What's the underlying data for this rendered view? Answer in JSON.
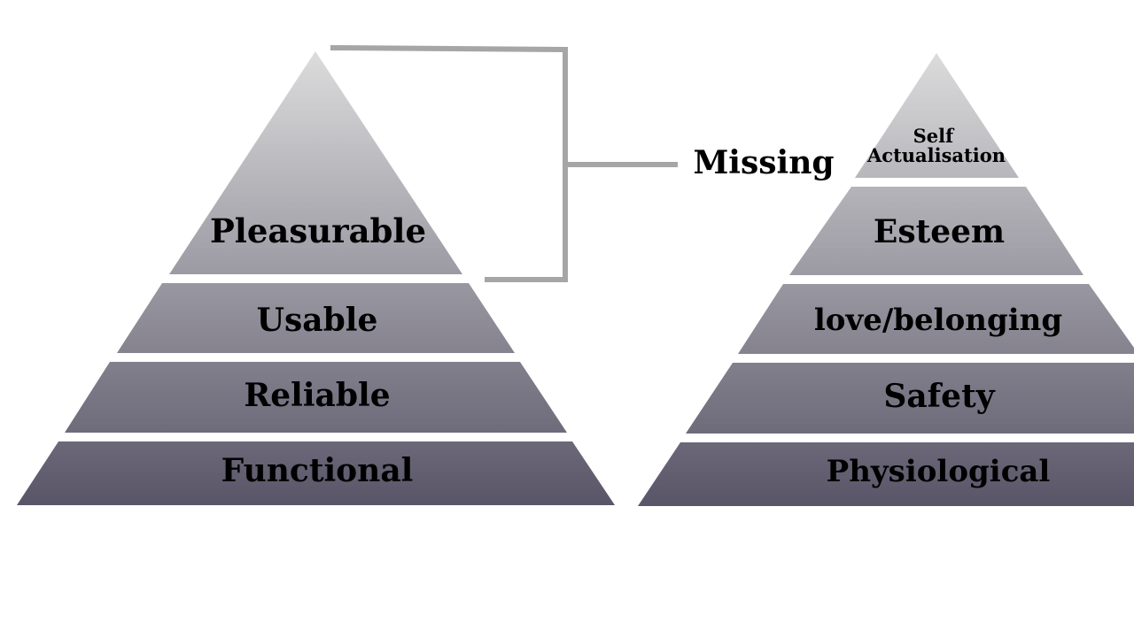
{
  "diagram": {
    "left_pyramid": {
      "tiers": [
        {
          "label": "Pleasurable"
        },
        {
          "label": "Usable"
        },
        {
          "label": "Reliable"
        },
        {
          "label": "Functional"
        }
      ]
    },
    "right_pyramid": {
      "tiers": [
        {
          "label_lines": [
            "Self",
            "Actualisation"
          ]
        },
        {
          "label": "Esteem"
        },
        {
          "label": "love/belonging"
        },
        {
          "label": "Safety"
        },
        {
          "label": "Physiological"
        }
      ]
    },
    "connector": {
      "label": "Missing",
      "color": "#a6a6a6"
    },
    "gradient": {
      "top_color": "#dcdcdc",
      "bottom_color": "#595568"
    }
  }
}
